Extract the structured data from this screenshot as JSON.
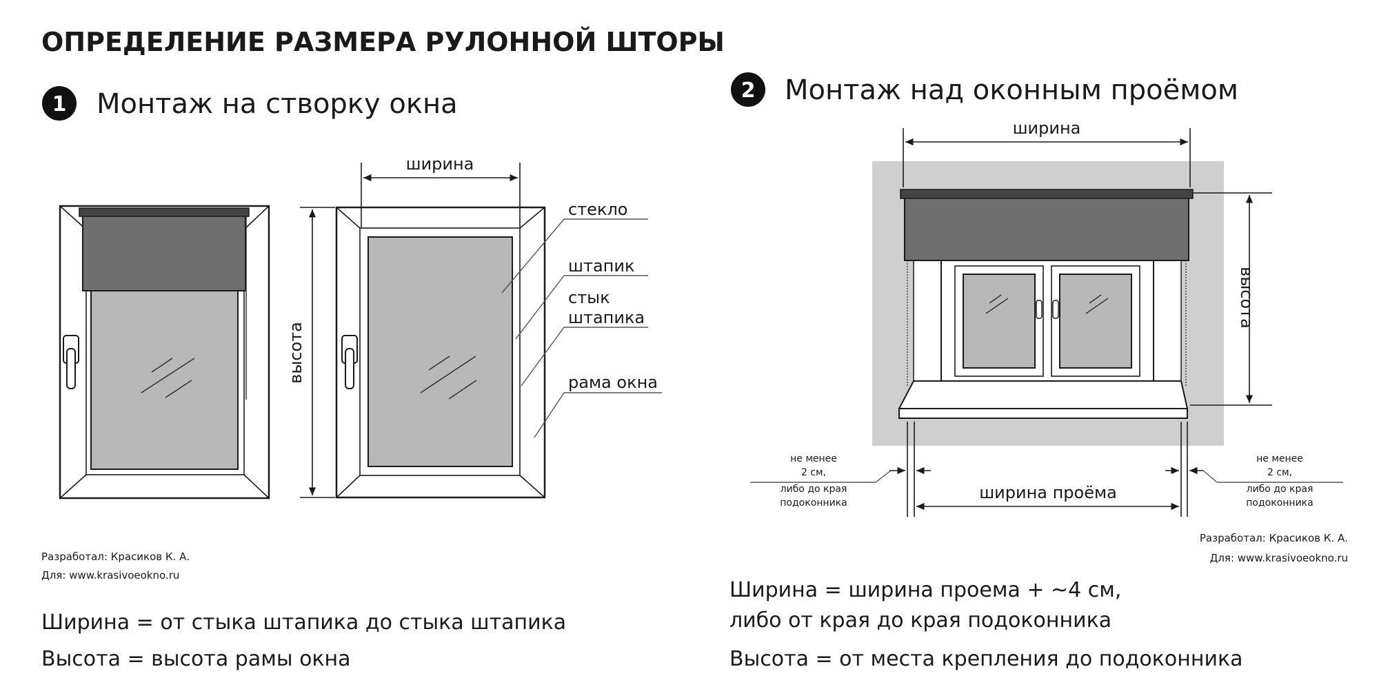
{
  "title": "ОПРЕДЕЛЕНИЕ РАЗМЕРА РУЛОННОЙ ШТОРЫ",
  "section1": {
    "number": "1",
    "heading": "Монтаж на створку окна",
    "width_label": "ширина",
    "height_label": "высота",
    "part_labels": {
      "glass": "стекло",
      "bead": "штапик",
      "bead_joint_line1": "стык",
      "bead_joint_line2": "штапика",
      "frame": "рама окна"
    },
    "credit": {
      "author": "Разработал:  Красиков К. А.",
      "for": "Для:  www.krasivoeokno.ru"
    },
    "formulas": [
      "Ширина = от стыка штапика до стыка штапика",
      "Высота = высота рамы окна"
    ]
  },
  "section2": {
    "number": "2",
    "heading": "Монтаж над оконным проёмом",
    "width_label": "ширина",
    "height_label": "высота",
    "opening_width_label": "ширина проёма",
    "margin_note_lines": [
      "не менее",
      "2 см,",
      "либо до края",
      "подоконника"
    ],
    "credit": {
      "author": "Разработал:  Красиков К. А.",
      "for": "Для:  www.krasivoeokno.ru"
    },
    "formulas": [
      "Ширина = ширина проема + ~4 см,",
      "либо от края до края подоконника",
      "Высота = от места крепления до подоконника"
    ]
  }
}
